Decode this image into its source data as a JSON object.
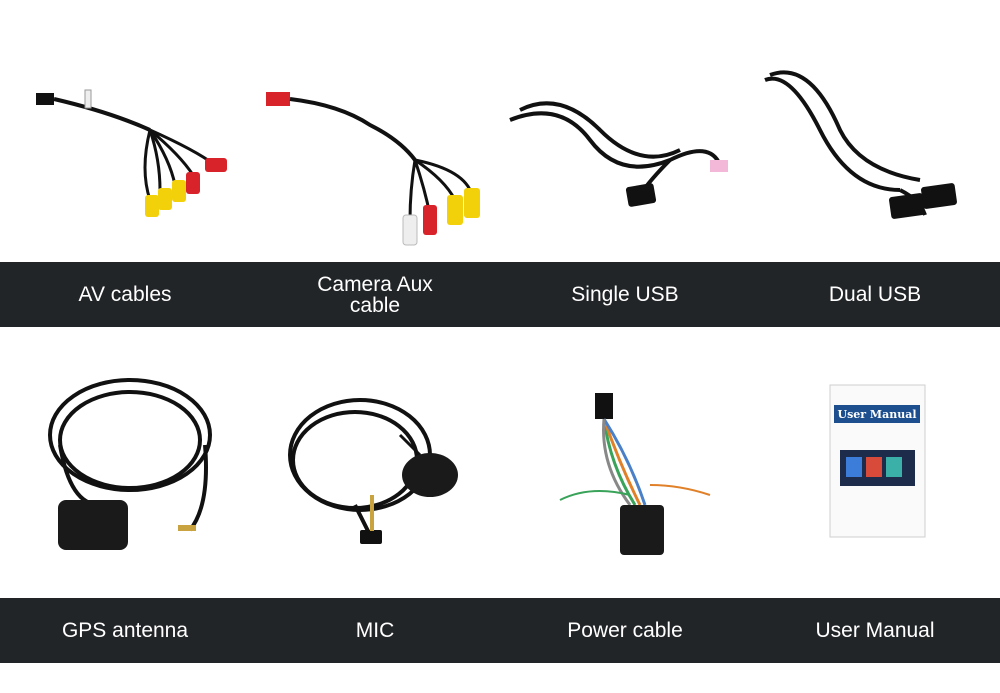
{
  "items": [
    {
      "label": "AV cables"
    },
    {
      "label_line1": "Camera Aux",
      "label_line2": "cable"
    },
    {
      "label": "Single USB"
    },
    {
      "label": "Dual USB"
    },
    {
      "label": "GPS antenna"
    },
    {
      "label": "MIC"
    },
    {
      "label": "Power cable"
    },
    {
      "label": "User Manual"
    }
  ],
  "manual_cover": {
    "title": "User Manual"
  },
  "colors": {
    "bar": "#222528",
    "label_text": "#ffffff",
    "rca_red": "#d8232a",
    "rca_yellow": "#f2d00a",
    "manual_title_bg": "#1d4f8f"
  }
}
